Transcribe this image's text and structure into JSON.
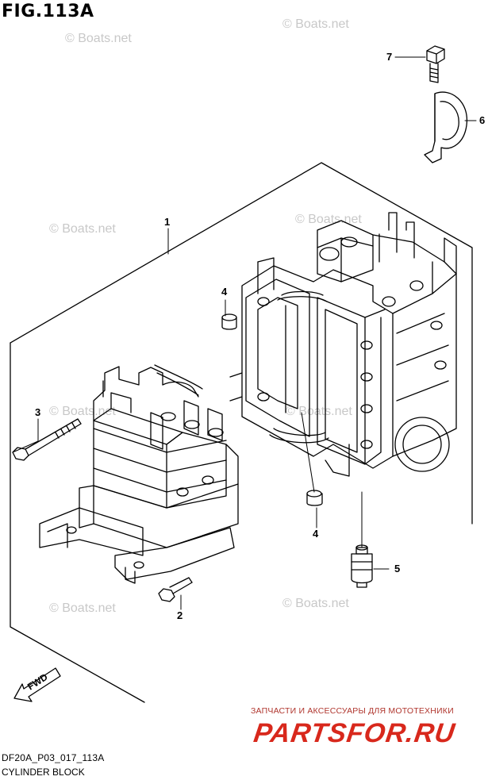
{
  "figure": {
    "title": "FIG.113A",
    "code": "DF20A_P03_017_113A",
    "name": "CYLINDER BLOCK"
  },
  "watermark": "© Boats.net",
  "callouts": [
    "1",
    "2",
    "3",
    "4",
    "4",
    "5",
    "6",
    "7"
  ],
  "fwd_label": "FWD",
  "advert": {
    "tagline": "ЗАПЧАСТИ И АКСЕССУАРЫ ДЛЯ МОТОТЕХНИКИ",
    "brand": "PARTSFOR.RU",
    "brand_color": "#d8281c"
  }
}
